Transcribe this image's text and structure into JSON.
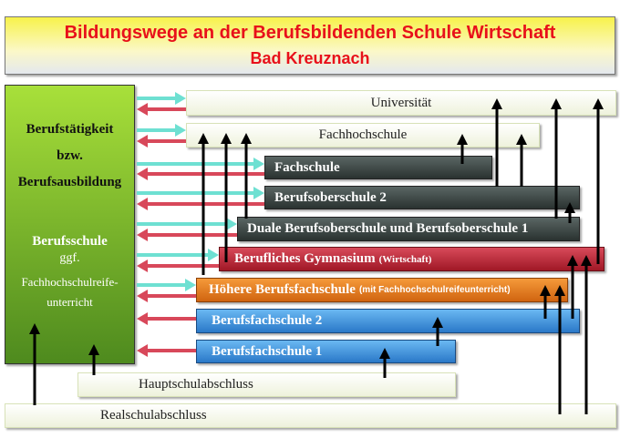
{
  "title": {
    "line1": "Bildungswege an der Berufsbildenden Schule Wirtschaft",
    "line2": "Bad Kreuznach"
  },
  "left_box": {
    "line1": "Berufstätigkeit",
    "line2": "bzw.",
    "line3": "Berufsausbildung",
    "line4": "Berufsschule",
    "line5": "ggf.",
    "line6": "Fachhochschulreife-",
    "line7": "unterricht"
  },
  "boxes": {
    "universitaet": "Universität",
    "fachhochschule": "Fachhochschule",
    "fachschule": "Fachschule",
    "bos2": "Berufsoberschule 2",
    "duale_bos1": "Duale Berufsoberschule und Berufsoberschule 1",
    "bg": "Berufliches Gymnasium",
    "bg_note": "(Wirtschaft)",
    "hbf": "Höhere Berufsfachschule",
    "hbf_note": "(mit Fachhochschulreifeunterricht)",
    "bfs2": "Berufsfachschule 2",
    "bfs1": "Berufsfachschule 1",
    "hauptschule": "Hauptschulabschluss",
    "realschule": "Realschulabschluss"
  },
  "colors": {
    "cyan_arrow": "#6ee0d2",
    "red_arrow": "#d8485a",
    "black_arrow": "#000000"
  }
}
